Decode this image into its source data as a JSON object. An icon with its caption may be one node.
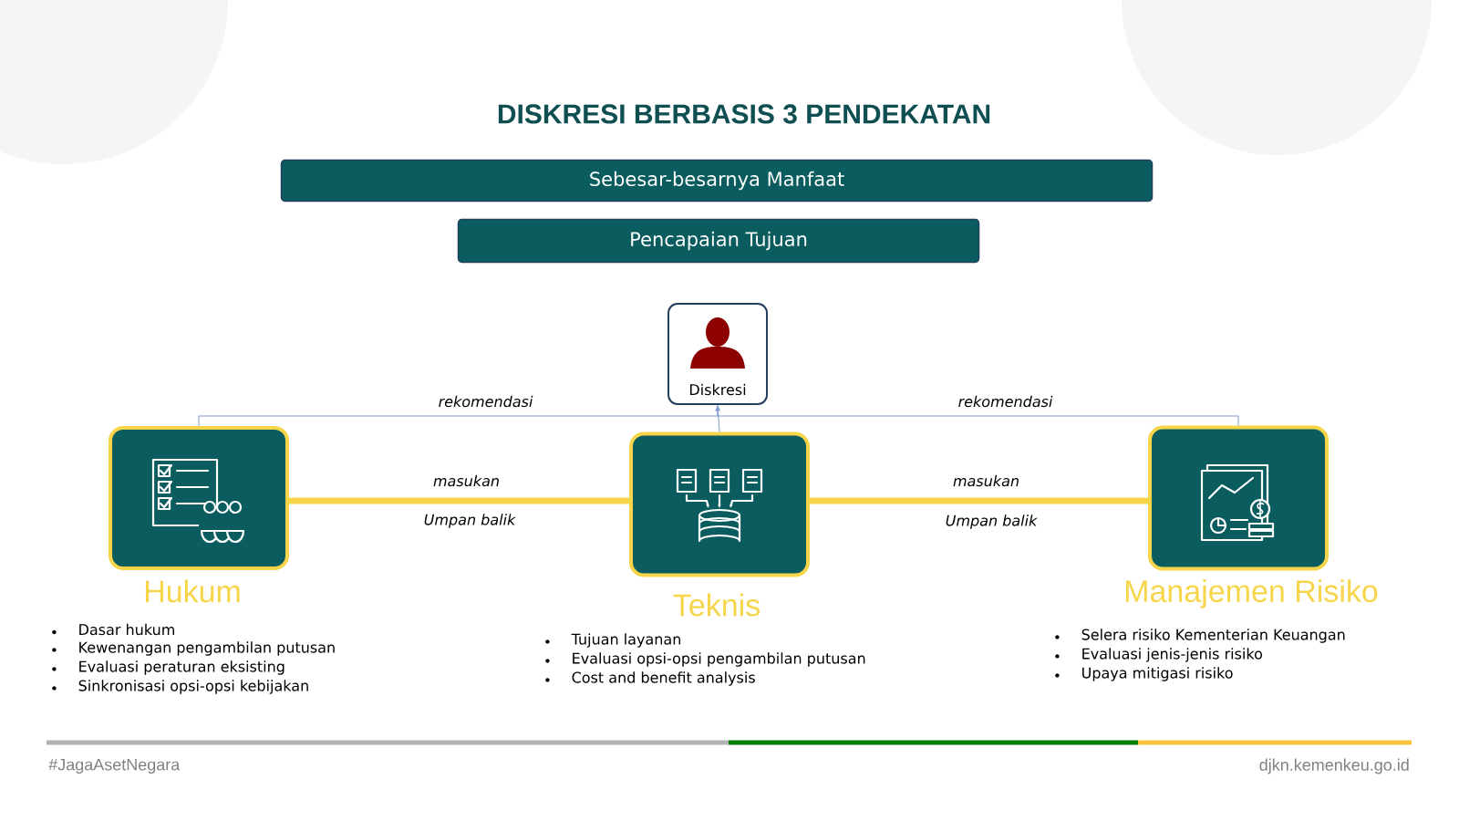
{
  "diagram": {
    "title": "DISKRESI BERBASIS 3 PENDEKATAN",
    "nodes": [
      {
        "text": [
          "Sebesar-besarnya Manfaat"
        ]
      },
      {
        "text": [
          "Pencapaian Tujuan"
        ]
      },
      {
        "text": [
          "Diskresi"
        ]
      },
      {
        "text": [
          "Hukum",
          "Dasar hukum",
          "Kewenangan pengambilan putusan",
          "Evaluasi peraturan eksisting",
          "Sinkronisasi opsi-opsi kebijakan"
        ]
      },
      {
        "text": [
          "Teknis",
          "Tujuan layanan",
          "Evaluasi opsi-opsi pengambilan putusan",
          "Cost and benefit analysis"
        ]
      },
      {
        "text": [
          "Manajemen Risiko",
          "Selera risiko Kementerian Keuangan",
          "Evaluasi jenis-jenis risiko",
          "Upaya mitigasi risiko"
        ]
      }
    ],
    "edges": [
      {
        "from": 3,
        "to": 2,
        "arrow": "to",
        "label": "rekomendasi"
      },
      {
        "from": 5,
        "to": 2,
        "arrow": "to",
        "label": "rekomendasi"
      },
      {
        "from": 4,
        "to": 2,
        "arrow": "to"
      },
      {
        "from": 3,
        "to": 4,
        "arrow": "none",
        "label": "masukan",
        "style": "thick",
        "color": "#f7d54a"
      },
      {
        "from": 4,
        "to": 5,
        "arrow": "none",
        "label": "masukan",
        "style": "thick",
        "color": "#f7d54a"
      }
    ],
    "labels": [
      "Umpan balik",
      "Umpan balik",
      "#JagaAsetNegara",
      "djkn.kemenkeu.go.id"
    ]
  }
}
